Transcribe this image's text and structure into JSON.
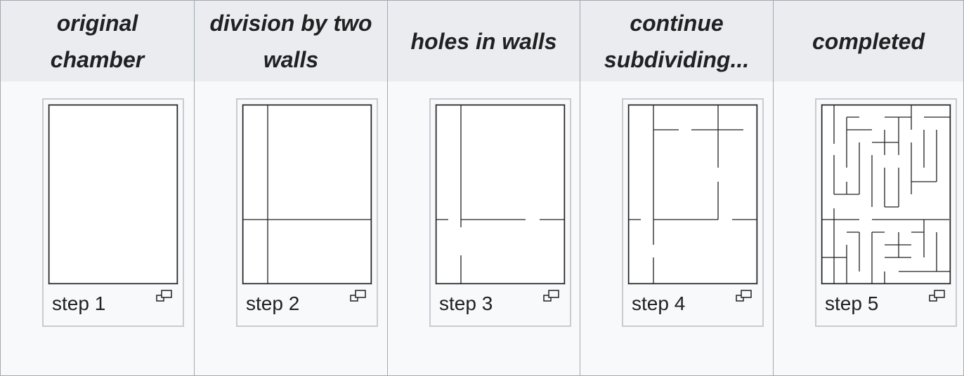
{
  "columns": [
    {
      "header": "original chamber",
      "caption": "step 1",
      "enlarge_icon": "magnify-clip-icon",
      "walls": []
    },
    {
      "header": "division by two walls",
      "caption": "step 2",
      "enlarge_icon": "magnify-clip-icon",
      "walls": [
        [
          [
            36,
            0
          ],
          [
            36,
            256
          ]
        ],
        [
          [
            0,
            164
          ],
          [
            184,
            164
          ]
        ]
      ]
    },
    {
      "header": "holes in walls",
      "caption": "step 3",
      "enlarge_icon": "magnify-clip-icon",
      "walls": [
        [
          [
            36,
            0
          ],
          [
            36,
            175
          ]
        ],
        [
          [
            36,
            215
          ],
          [
            36,
            256
          ]
        ],
        [
          [
            0,
            164
          ],
          [
            18,
            164
          ]
        ],
        [
          [
            36,
            164
          ],
          [
            128,
            164
          ]
        ],
        [
          [
            148,
            164
          ],
          [
            184,
            164
          ]
        ]
      ]
    },
    {
      "header": "continue subdividing...",
      "caption": "step 4",
      "enlarge_icon": "magnify-clip-icon",
      "walls": [
        [
          [
            36,
            0
          ],
          [
            36,
            200
          ]
        ],
        [
          [
            36,
            218
          ],
          [
            36,
            256
          ]
        ],
        [
          [
            0,
            164
          ],
          [
            18,
            164
          ]
        ],
        [
          [
            36,
            164
          ],
          [
            128,
            164
          ]
        ],
        [
          [
            148,
            164
          ],
          [
            184,
            164
          ]
        ],
        [
          [
            36,
            36
          ],
          [
            72,
            36
          ]
        ],
        [
          [
            90,
            36
          ],
          [
            164,
            36
          ]
        ],
        [
          [
            128,
            0
          ],
          [
            128,
            90
          ]
        ],
        [
          [
            128,
            110
          ],
          [
            128,
            164
          ]
        ]
      ]
    },
    {
      "header": "completed",
      "caption": "step 5",
      "enlarge_icon": "magnify-clip-icon",
      "walls": [
        [
          [
            18,
            0
          ],
          [
            18,
            56
          ]
        ],
        [
          [
            18,
            72
          ],
          [
            18,
            128
          ]
        ],
        [
          [
            18,
            148
          ],
          [
            18,
            256
          ]
        ],
        [
          [
            36,
            18
          ],
          [
            36,
            90
          ]
        ],
        [
          [
            36,
            110
          ],
          [
            36,
            128
          ]
        ],
        [
          [
            54,
            54
          ],
          [
            54,
            128
          ]
        ],
        [
          [
            54,
            128
          ],
          [
            18,
            128
          ]
        ],
        [
          [
            0,
            164
          ],
          [
            54,
            164
          ]
        ],
        [
          [
            72,
            164
          ],
          [
            182,
            164
          ]
        ],
        [
          [
            36,
            18
          ],
          [
            54,
            18
          ]
        ],
        [
          [
            90,
            18
          ],
          [
            128,
            18
          ]
        ],
        [
          [
            146,
            18
          ],
          [
            184,
            18
          ]
        ],
        [
          [
            36,
            36
          ],
          [
            72,
            36
          ]
        ],
        [
          [
            90,
            36
          ],
          [
            90,
            72
          ]
        ],
        [
          [
            72,
            54
          ],
          [
            110,
            54
          ]
        ],
        [
          [
            110,
            18
          ],
          [
            110,
            72
          ]
        ],
        [
          [
            128,
            0
          ],
          [
            128,
            36
          ]
        ],
        [
          [
            128,
            54
          ],
          [
            128,
            128
          ]
        ],
        [
          [
            146,
            36
          ],
          [
            146,
            90
          ]
        ],
        [
          [
            164,
            36
          ],
          [
            164,
            110
          ]
        ],
        [
          [
            72,
            72
          ],
          [
            72,
            146
          ]
        ],
        [
          [
            90,
            90
          ],
          [
            90,
            146
          ]
        ],
        [
          [
            90,
            146
          ],
          [
            110,
            146
          ]
        ],
        [
          [
            110,
            90
          ],
          [
            110,
            146
          ]
        ],
        [
          [
            128,
            110
          ],
          [
            164,
            110
          ]
        ],
        [
          [
            36,
            182
          ],
          [
            54,
            182
          ]
        ],
        [
          [
            54,
            182
          ],
          [
            54,
            238
          ]
        ],
        [
          [
            0,
            218
          ],
          [
            36,
            218
          ]
        ],
        [
          [
            36,
            200
          ],
          [
            36,
            256
          ]
        ],
        [
          [
            72,
            182
          ],
          [
            72,
            256
          ]
        ],
        [
          [
            72,
            182
          ],
          [
            90,
            182
          ]
        ],
        [
          [
            90,
            200
          ],
          [
            128,
            200
          ]
        ],
        [
          [
            110,
            182
          ],
          [
            110,
            218
          ]
        ],
        [
          [
            128,
            182
          ],
          [
            146,
            182
          ]
        ],
        [
          [
            146,
            164
          ],
          [
            146,
            218
          ]
        ],
        [
          [
            164,
            182
          ],
          [
            164,
            238
          ]
        ],
        [
          [
            90,
            218
          ],
          [
            128,
            218
          ]
        ],
        [
          [
            110,
            238
          ],
          [
            146,
            238
          ]
        ],
        [
          [
            90,
            238
          ],
          [
            90,
            256
          ]
        ],
        [
          [
            146,
            238
          ],
          [
            184,
            238
          ]
        ]
      ]
    }
  ]
}
